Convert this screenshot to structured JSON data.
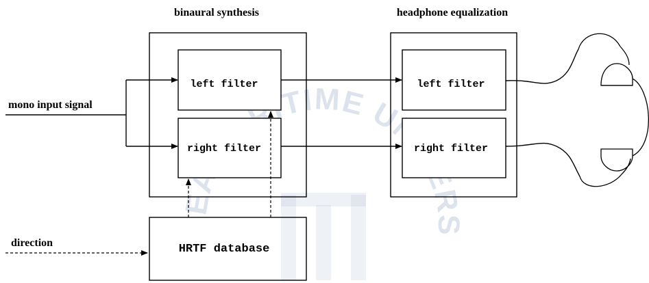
{
  "diagram": {
    "binaural_title": "binaural synthesis",
    "headphone_title": "headphone equalization",
    "mono_input": "mono input signal",
    "direction": "direction",
    "synthesis_left": "left filter",
    "synthesis_right": "right filter",
    "eq_left": "left filter",
    "eq_right": "right filter",
    "hrtf": "HRTF database"
  },
  "watermark": {
    "text": "KOREA MARITIME UNIVERSITY",
    "color": "#9fb0cc"
  }
}
